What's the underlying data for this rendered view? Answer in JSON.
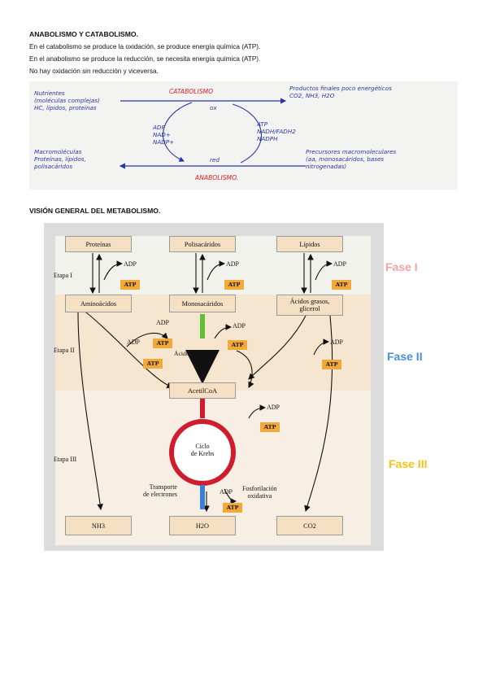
{
  "section1": {
    "title": "ANABOLISMO Y CATABOLISMO.",
    "lines": [
      "En el catabolismo se produce la oxidación, se produce energía química (ATP).",
      "En el anabolismo se produce la reducción, se necesita energía química (ATP).",
      "No hay oxidación sin reducción y viceversa."
    ]
  },
  "handwritten": {
    "left_top": "Nutrientes\n(moléculas complejas)\nHC, lípidos, proteínas",
    "catabolismo": "CATABOLISMO",
    "right_top": "Productos finales poco energéticos\nCO2, NH3, H2O",
    "ox": "ox",
    "left_mid": "ADP\nNAD+\nNADP+",
    "right_mid": "ATP\nNADH/FADH2\nNADPH",
    "left_bottom": "Macromoléculas\nProteínas, lípidos,\npolisacáridos",
    "red": "red",
    "right_bottom": "Precursores macromoleculares\n(aa, monosacáridos, bases\nnitrogenadas)",
    "anabolismo": "ANABOLISMO."
  },
  "section2": {
    "title": "VISIÓN GENERAL DEL METABOLISMO."
  },
  "metabolism": {
    "top_boxes": [
      "Proteínas",
      "Polisacáridos",
      "Lípidos"
    ],
    "mid_boxes": [
      "Aminoácidos",
      "Monosacáridos",
      "Ácidos grasos,\nglicerol"
    ],
    "acetil": "AcetilCoA",
    "piruvico": "Ácido pirúvico",
    "krebs": "Ciclo\nde Krebs",
    "transporte": "Transporte\nde electrones",
    "fosforilacion": "Fosforilación\noxidativa",
    "bottom_boxes": [
      "NH3",
      "H2O",
      "CO2"
    ],
    "adp": "ADP",
    "atp": "ATP",
    "etapas": [
      "Etapa I",
      "Etapa II",
      "Etapa III"
    ],
    "fases": [
      "Fase I",
      "Fase II",
      "Fase III"
    ],
    "colors": {
      "fase1": "#f4a3a3",
      "fase2": "#4a90d9",
      "fase3": "#f2c418",
      "band1": "#f2f2ec",
      "band2": "#f7e6cf",
      "band3": "#f8efe4"
    }
  }
}
